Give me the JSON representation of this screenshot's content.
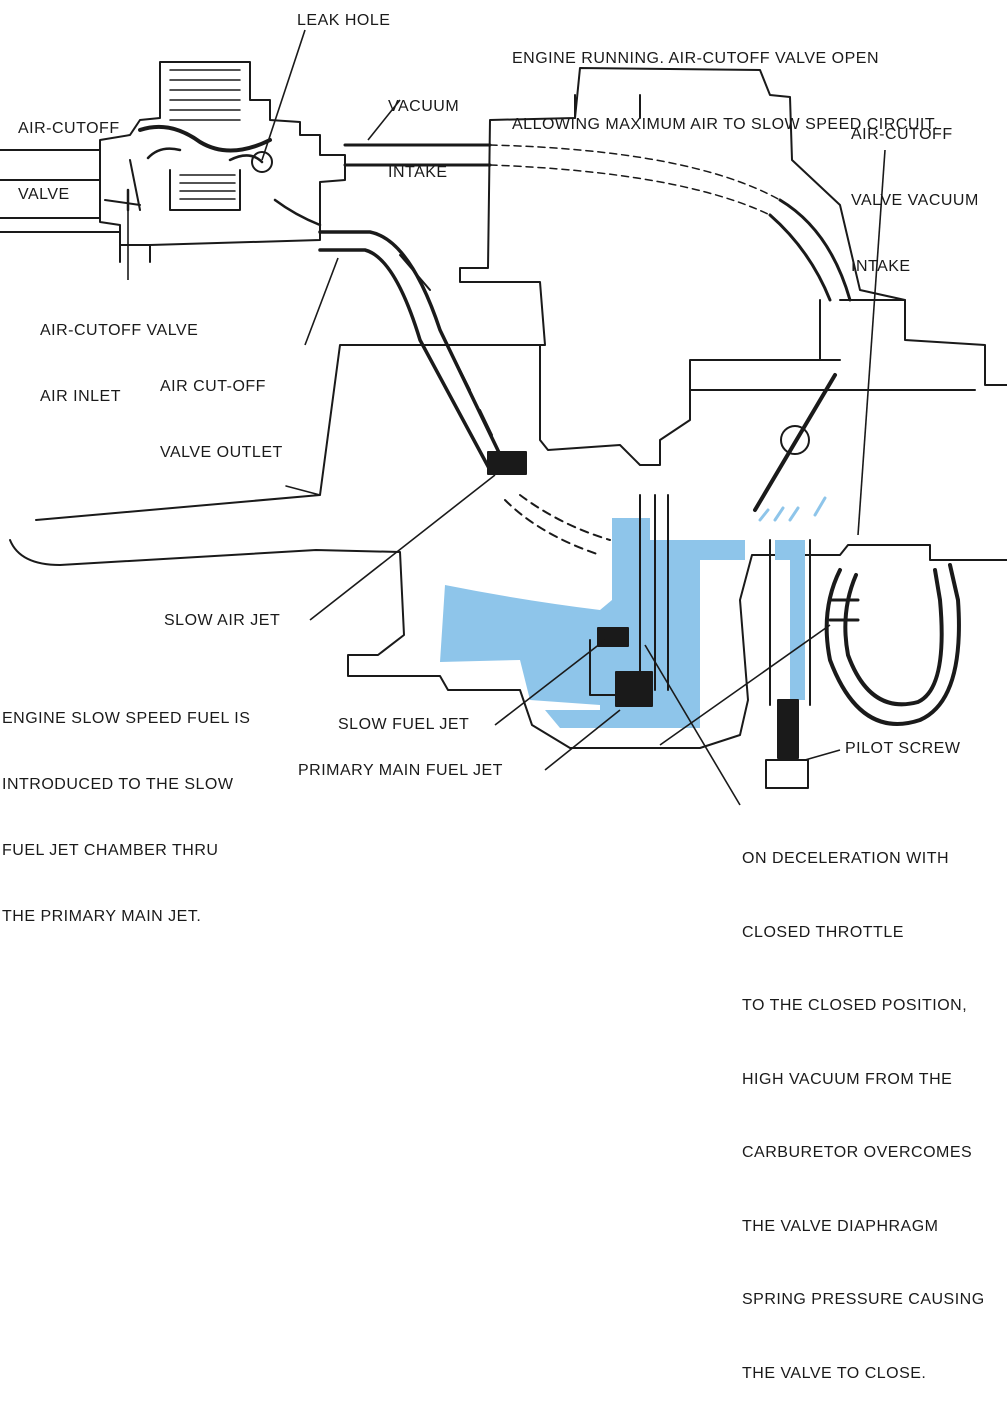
{
  "colors": {
    "ink": "#1a1a1a",
    "fuel": "#8ec5ea",
    "paper": "#ffffff"
  },
  "labels": {
    "header": [
      "ENGINE RUNNING. AIR-CUTOFF VALVE OPEN",
      "ALLOWING MAXIMUM AIR TO SLOW SPEED CIRCUIT."
    ],
    "leak_hole": "LEAK HOLE",
    "air_cutoff_valve": [
      "AIR-CUTOFF",
      "VALVE"
    ],
    "vacuum_intake": [
      "VACUUM",
      "INTAKE"
    ],
    "air_cutoff_vacuum_intake": [
      "AIR-CUTOFF",
      "VALVE VACUUM",
      "INTAKE"
    ],
    "air_inlet": [
      "AIR-CUTOFF VALVE",
      "AIR INLET"
    ],
    "valve_outlet": [
      "AIR CUT-OFF",
      "VALVE OUTLET"
    ],
    "slow_air_jet": "SLOW AIR JET",
    "slow_speed_fuel": [
      "ENGINE SLOW SPEED FUEL IS",
      "INTRODUCED TO THE SLOW",
      "FUEL JET CHAMBER THRU",
      "THE PRIMARY MAIN JET."
    ],
    "slow_fuel_jet": "SLOW FUEL JET",
    "primary_main_jet": "PRIMARY MAIN FUEL JET",
    "pilot_screw": "PILOT SCREW",
    "deceleration": [
      "ON DECELERATION WITH",
      "CLOSED THROTTLE",
      "TO THE CLOSED POSITION,",
      "HIGH VACUUM FROM THE",
      "CARBURETOR OVERCOMES",
      "THE VALVE DIAPHRAGM",
      "SPRING PRESSURE CAUSING",
      "THE VALVE TO CLOSE."
    ]
  }
}
